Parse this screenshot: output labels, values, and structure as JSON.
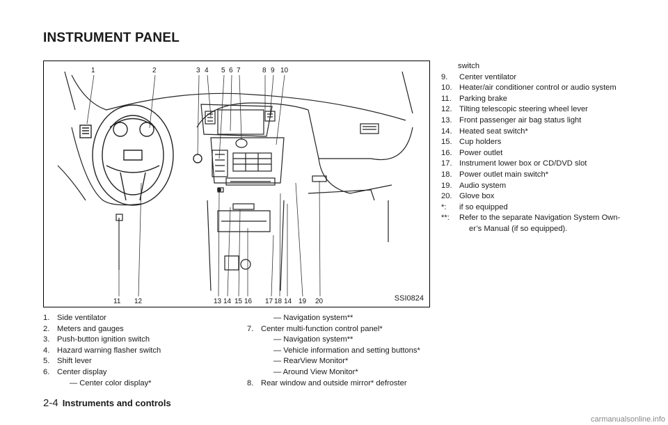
{
  "section_title": "INSTRUMENT PANEL",
  "figure": {
    "id_label": "SSI0824",
    "top_callouts": [
      "1",
      "2",
      "3",
      "4",
      "5",
      "6",
      "7",
      "8",
      "9",
      "10"
    ],
    "bottom_callouts": [
      "11",
      "12",
      "13",
      "14",
      "15",
      "16",
      "17",
      "18",
      "14",
      "19",
      "20"
    ]
  },
  "column1": [
    {
      "num": "1.",
      "text": "Side ventilator"
    },
    {
      "num": "2.",
      "text": "Meters and gauges"
    },
    {
      "num": "3.",
      "text": "Push-button ignition switch"
    },
    {
      "num": "4.",
      "text": "Hazard warning flasher switch"
    },
    {
      "num": "5.",
      "text": "Shift lever"
    },
    {
      "num": "6.",
      "text": "Center display"
    },
    {
      "num": "",
      "text": "— Center color display*"
    }
  ],
  "column2": [
    {
      "num": "",
      "text": "— Navigation system**"
    },
    {
      "num": "7.",
      "text": "Center multi-function control panel*"
    },
    {
      "num": "",
      "text": "— Navigation system**"
    },
    {
      "num": "",
      "text": "— Vehicle information and setting buttons*"
    },
    {
      "num": "",
      "text": "— RearView Monitor*"
    },
    {
      "num": "",
      "text": "— Around View Monitor*"
    },
    {
      "num": "8.",
      "text": "Rear window and outside mirror* defroster"
    }
  ],
  "column3": [
    {
      "num": "",
      "text": "switch"
    },
    {
      "num": "9.",
      "text": "Center ventilator"
    },
    {
      "num": "10.",
      "text": "Heater/air conditioner control or audio system"
    },
    {
      "num": "11.",
      "text": "Parking brake"
    },
    {
      "num": "12.",
      "text": "Tilting telescopic steering wheel lever"
    },
    {
      "num": "13.",
      "text": "Front passenger air bag status light"
    },
    {
      "num": "14.",
      "text": "Heated seat switch*"
    },
    {
      "num": "15.",
      "text": "Cup holders"
    },
    {
      "num": "16.",
      "text": "Power outlet"
    },
    {
      "num": "17.",
      "text": "Instrument lower box or CD/DVD slot"
    },
    {
      "num": "18.",
      "text": "Power outlet main switch*"
    },
    {
      "num": "19.",
      "text": "Audio system"
    },
    {
      "num": "20.",
      "text": "Glove box"
    },
    {
      "num": "*:",
      "text": "if so equipped"
    },
    {
      "num": "**:",
      "text": "Refer to the separate Navigation System Own-"
    },
    {
      "num": "",
      "text": "er’s Manual (if so equipped)."
    }
  ],
  "footer": {
    "page": "2-4",
    "section": "Instruments and controls"
  },
  "watermark": "carmanualsonline.info"
}
